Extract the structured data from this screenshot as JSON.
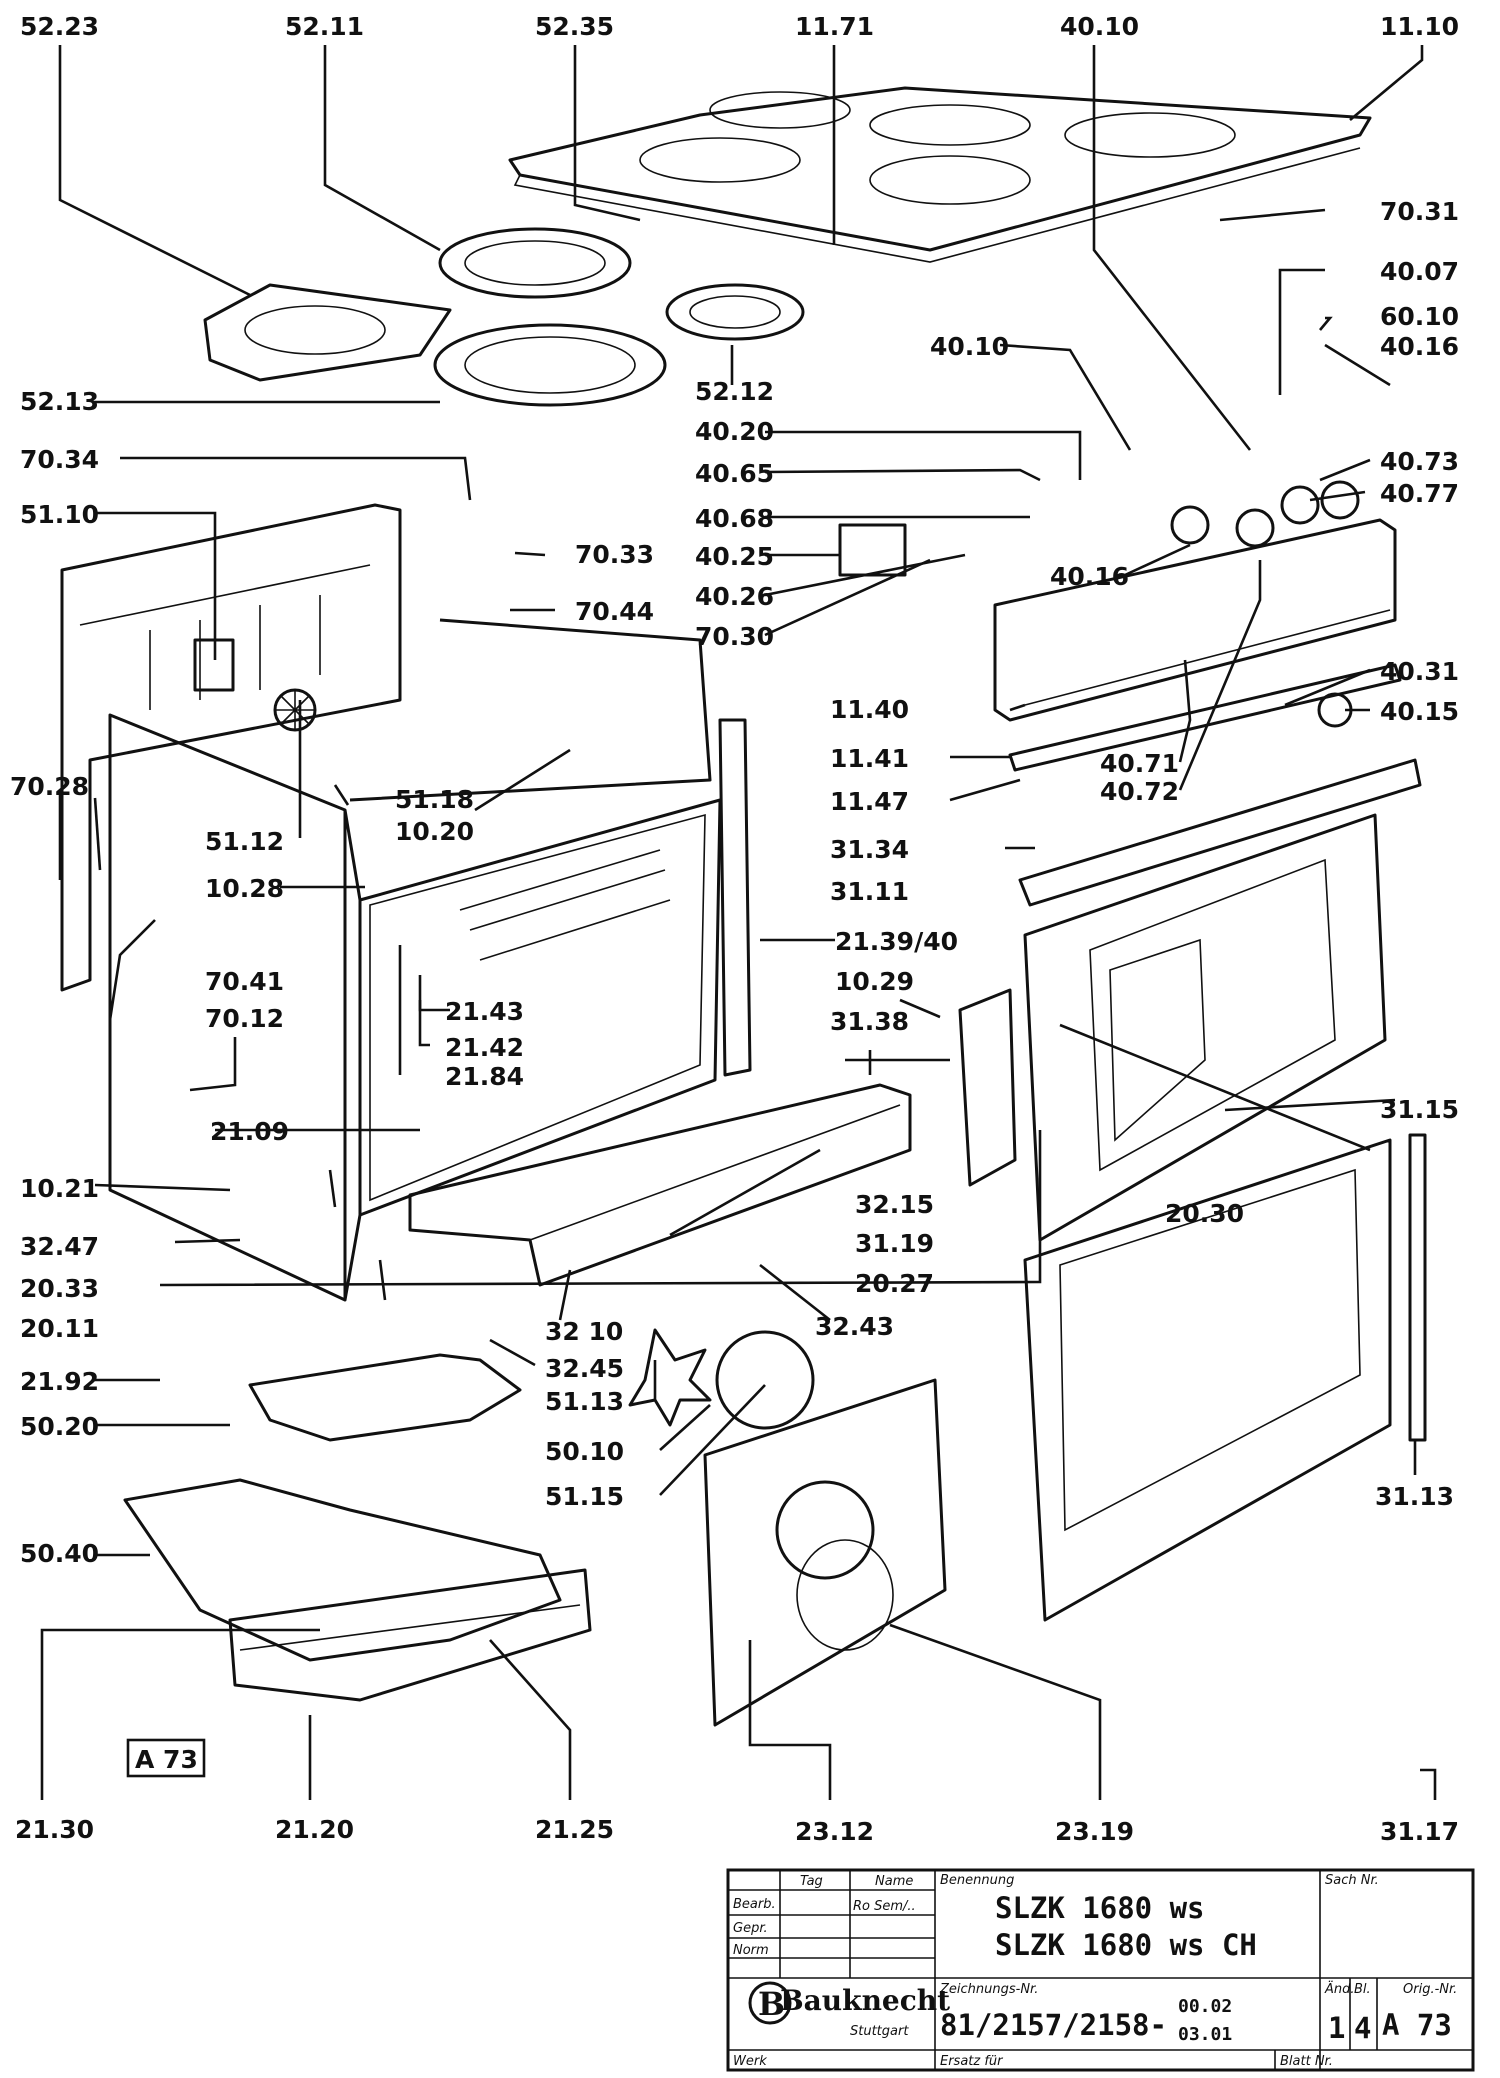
{
  "parts": {
    "p52_23": "52.23",
    "p52_11": "52.11",
    "p52_35": "52.35",
    "p11_71": "11.71",
    "p40_10a": "40.10",
    "p11_10": "11.10",
    "p70_31": "70.31",
    "p40_07": "40.07",
    "p60_10": "60.10",
    "p40_16a": "40.16",
    "p40_10b": "40.10",
    "p52_13": "52.13",
    "p52_12": "52.12",
    "p40_20": "40.20",
    "p40_65": "40.65",
    "p40_68": "40.68",
    "p40_73": "40.73",
    "p40_77": "40.77",
    "p70_34": "70.34",
    "p70_33": "70.33",
    "p40_25": "40.25",
    "p40_26": "40.26",
    "p70_44": "70.44",
    "p51_10": "51.10",
    "p40_16b": "40.16",
    "p70_30": "70.30",
    "p40_31": "40.31",
    "p11_40": "11.40",
    "p40_15": "40.15",
    "p11_41": "11.41",
    "p40_71": "40.71",
    "p51_18": "51.18",
    "p40_72": "40.72",
    "p11_47": "11.47",
    "p51_12": "51.12",
    "p10_20": "10.20",
    "p70_28": "70.28",
    "p31_34": "31.34",
    "p10_28": "10.28",
    "p31_11": "31.11",
    "p21_39_40": "21.39/40",
    "p70_41": "70.41",
    "p10_29": "10.29",
    "p21_43": "21.43",
    "p70_12": "70.12",
    "p21_42": "21.42",
    "p31_38": "31.38",
    "p21_84": "21.84",
    "p31_15": "31.15",
    "p21_09": "21.09",
    "p10_21": "10.21",
    "p32_15": "32.15",
    "p20_30": "20.30",
    "p31_19": "31.19",
    "p32_47": "32.47",
    "p20_33": "20.33",
    "p20_27": "20.27",
    "p20_11": "20.11",
    "p32_10": "32 10",
    "p32_43": "32.43",
    "p32_45": "32.45",
    "p21_92": "21.92",
    "p51_13": "51.13",
    "p50_20": "50.20",
    "p50_10": "50.10",
    "p51_15": "51.15",
    "p31_13": "31.13",
    "p50_40": "50.40",
    "p21_30": "21.30",
    "p21_20": "21.20",
    "p21_25": "21.25",
    "p23_12": "23.12",
    "p23_19": "23.19",
    "p31_17": "31.17"
  },
  "box_label": "A 73",
  "title_block": {
    "col_tag": "Tag",
    "col_name": "Name",
    "row_bearb": "Bearb.",
    "row_gepr": "Gepr.",
    "row_norm": "Norm",
    "signature": "Ro Sem/..",
    "benennung_label": "Benennung",
    "model_1": "SLZK 1680 ws",
    "model_2": "SLZK 1680 ws CH",
    "sach_label": "Sach Nr.",
    "zeichnung_label": "Zeichnungs-Nr.",
    "drawing_no": "81/2157/2158-",
    "rev_1": "00.02",
    "rev_2": "03.01",
    "aend_label": "Änd.",
    "aend_value": "1",
    "sheet_label": "Bl.",
    "sheet_value": "4",
    "orig_label": "Orig.-Nr.",
    "orig_value": "A 73",
    "brand": "Bauknecht",
    "brand_city": "Stuttgart",
    "werk_label": "Werk",
    "ersatz_label": "Ersatz für",
    "blatt_label": "Blatt Nr."
  }
}
